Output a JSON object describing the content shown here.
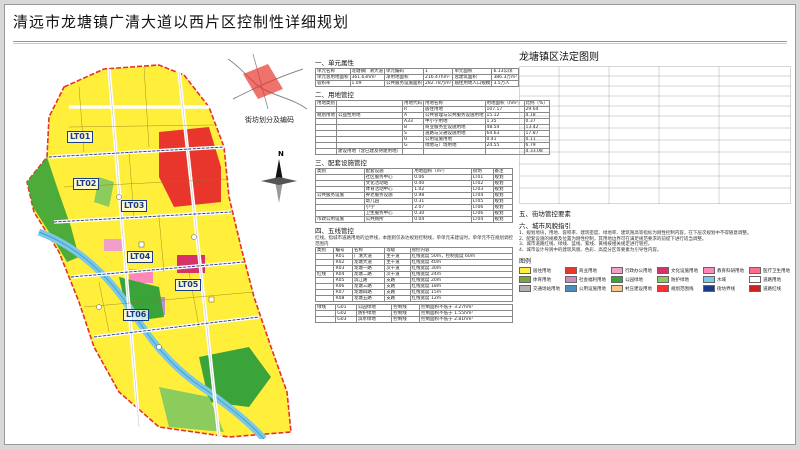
{
  "title": "清远市龙塘镇广清大道以西片区控制性详细规划",
  "map": {
    "zones": [
      "LT01",
      "LT02",
      "LT03",
      "LT04",
      "LT05",
      "LT06"
    ],
    "key_map_caption": "街坊划分及编码",
    "compass_label": "N"
  },
  "middle": {
    "sec1": "一、单元属性",
    "sec1_rows": [
      [
        "单元名称",
        "龙塘镇广清大道",
        "单元编码",
        "1",
        "单元面积",
        "6.13公顷"
      ],
      [
        "单元总用地面积",
        "361.63hm²",
        "净用地面积",
        "216.47hm²",
        "总建筑面积",
        "386.3万m²"
      ],
      [
        "容积率",
        "1.09",
        "公共服务设施面积",
        "282.78万m²",
        "居住用地人口规模",
        "3.5万人"
      ]
    ],
    "sec2": "二、用地管控",
    "sec2_rows": [
      [
        "用地类别",
        "",
        "用地代码",
        "用地名称",
        "用地面积（hm²）",
        "比例（%）"
      ],
      [
        "",
        "",
        "R",
        "居住用地",
        "107.17",
        "29.64"
      ],
      [
        "规划用地",
        "公益性用地",
        "A",
        "公共管理与公共服务设施用地",
        "15.12",
        "4.18"
      ],
      [
        "",
        "",
        "A33",
        "中小学用地",
        "1.35",
        "0.37"
      ],
      [
        "",
        "",
        "B",
        "商业服务业设施用地",
        "48.54",
        "13.42"
      ],
      [
        "",
        "",
        "S",
        "道路与交通设施用地",
        "64.63",
        "17.87"
      ],
      [
        "",
        "",
        "U",
        "公用设施用地",
        "0.41",
        "0.11"
      ],
      [
        "",
        "",
        "G",
        "绿地与广场用地",
        "24.55",
        "6.79"
      ],
      [
        "",
        "建设用地（含已建及待建用地）",
        "",
        "",
        "",
        "4.33.08"
      ]
    ],
    "sec3": "三、配套设施管控",
    "sec3_rows": [
      [
        "类别",
        "配套设施",
        "用地面积（m²）",
        "街坊",
        "备注"
      ],
      [
        "",
        "社区服务中心",
        "0.06",
        "LT01",
        "规划"
      ],
      [
        "",
        "文化活动站",
        "0.40",
        "LT02",
        "规划"
      ],
      [
        "",
        "体育活动中心",
        "1.02",
        "LT03",
        "规划"
      ],
      [
        "公共服务设施",
        "养老服务设施",
        "0.98",
        "LT04",
        "规划"
      ],
      [
        "",
        "幼儿园",
        "0.31",
        "LT05",
        "规划"
      ],
      [
        "",
        "小学",
        "2.07",
        "LT06",
        "规划"
      ],
      [
        "",
        "卫生服务中心",
        "0.30",
        "LT06",
        "规划"
      ],
      [
        "市政公用设施",
        "公共厕所",
        "0.04",
        "LT04",
        "规划"
      ]
    ],
    "sec4": "四、五线管控",
    "sec4_note": "红线。指城市道路用地的边界线，本图则仅表达规划控制线，单单元未建设时，单单元不在规划调控范围内",
    "sec4_rows": [
      [
        "类别",
        "编号",
        "名称",
        "等级",
        "管控内容"
      ],
      [
        "",
        "R01",
        "广清大道",
        "主干道",
        "红线宽度 50m，控制宽度 60m"
      ],
      [
        "",
        "R02",
        "龙塘大道",
        "主干道",
        "红线宽度 40m"
      ],
      [
        "",
        "R03",
        "龙塘一路",
        "次干道",
        "红线宽度 30m"
      ],
      [
        "红线",
        "R04",
        "龙塘二路",
        "次干道",
        "红线宽度 24m"
      ],
      [
        "",
        "R05",
        "滨江路",
        "支路",
        "红线宽度 20m"
      ],
      [
        "",
        "R06",
        "龙塘三路",
        "支路",
        "红线宽度 18m"
      ],
      [
        "",
        "R07",
        "龙塘四路",
        "支路",
        "红线宽度 15m"
      ],
      [
        "",
        "R08",
        "龙塘五路",
        "支路",
        "红线宽度 12m"
      ]
    ],
    "sec4_green": [
      [
        "绿线",
        "G01",
        "公园绿地",
        "控制线",
        "控制面积不低于 3.27hm²"
      ],
      [
        "",
        "G02",
        "防护绿地",
        "控制线",
        "控制面积不低于 1.55hm²"
      ],
      [
        "",
        "G03",
        "滨水绿地",
        "控制线",
        "控制面积不低于 2.81hm²"
      ]
    ]
  },
  "right": {
    "title": "龙塘镇区法定图则",
    "sec5": "五、街坊管控要素",
    "sec6": "六、城市风貌指引",
    "legend_title": "图例",
    "paragraphs": [
      "1、规划地块，用地、容积率、建筑密度、绿地率、建筑限高等指标为刚性控制内容，在下层次规划中不得随意调整。",
      "2、配套设施的规模及位置为刚性控制，其用地边界可在满足规范要求的前提下进行适当调整。",
      "3、城市道路红线、绿线、蓝线、紫线、黄线按相关规定进行管控。",
      "4、城市设计导则中的建筑风貌、色彩、高度分区等要素为引导性内容。"
    ],
    "legend": [
      {
        "label": "居住用地",
        "color": "#ffef3a"
      },
      {
        "label": "商业用地",
        "color": "#e8362d"
      },
      {
        "label": "行政办公用地",
        "color": "#f0a0c8"
      },
      {
        "label": "文化设施用地",
        "color": "#d8306a"
      },
      {
        "label": "教育科研用地",
        "color": "#ff88b8"
      },
      {
        "label": "医疗卫生用地",
        "color": "#ff6e8e"
      },
      {
        "label": "体育用地",
        "color": "#7aa440"
      },
      {
        "label": "社会福利用地",
        "color": "#c58cc8"
      },
      {
        "label": "公园绿地",
        "color": "#3aa43a"
      },
      {
        "label": "防护绿地",
        "color": "#8ccc5c"
      },
      {
        "label": "水域",
        "color": "#7ac8e8"
      },
      {
        "label": "道路用地",
        "color": "#ffffff"
      },
      {
        "label": "交通场站用地",
        "color": "#b0b0b0"
      },
      {
        "label": "公用设施用地",
        "color": "#4f8bb8"
      },
      {
        "label": "村庄建设用地",
        "color": "#f6c98a"
      },
      {
        "label": "规划范围线",
        "color": "#ff3030"
      },
      {
        "label": "街坊界线",
        "color": "#1a3a8a"
      },
      {
        "label": "道路红线",
        "color": "#d22020"
      }
    ]
  }
}
